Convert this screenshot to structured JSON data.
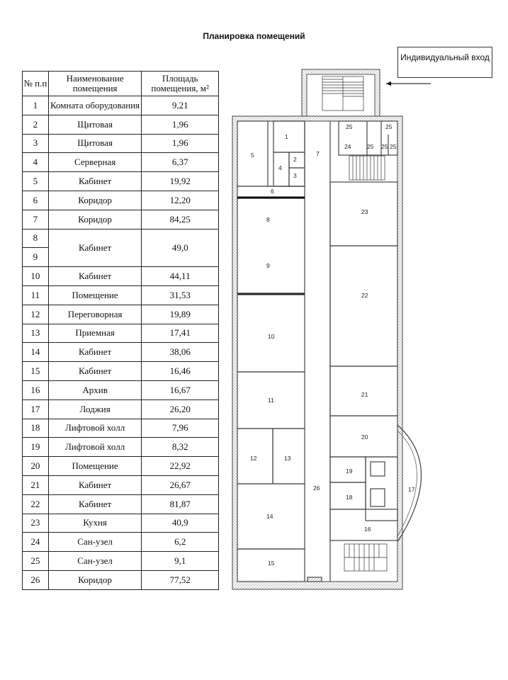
{
  "title": "Планировка помещений",
  "table": {
    "headers": [
      "№ п.п",
      "Наименование помещения",
      "Площадь помещения, м²"
    ],
    "rows": [
      {
        "n": "1",
        "name": "Комната оборудования",
        "area": "9,21"
      },
      {
        "n": "2",
        "name": "Щитовая",
        "area": "1,96"
      },
      {
        "n": "3",
        "name": "Щитовая",
        "area": "1,96"
      },
      {
        "n": "4",
        "name": "Серверная",
        "area": "6,37"
      },
      {
        "n": "5",
        "name": "Кабинет",
        "area": "19,92"
      },
      {
        "n": "6",
        "name": "Коридор",
        "area": "12,20"
      },
      {
        "n": "7",
        "name": "Коридор",
        "area": "84,25"
      },
      {
        "n": "8",
        "name": "Кабинет",
        "area": "49,0",
        "n2": "9"
      },
      {
        "n": "10",
        "name": "Кабинет",
        "area": "44,11"
      },
      {
        "n": "11",
        "name": "Помещение",
        "area": "31,53"
      },
      {
        "n": "12",
        "name": "Переговорная",
        "area": "19,89"
      },
      {
        "n": "13",
        "name": "Приемная",
        "area": "17,41"
      },
      {
        "n": "14",
        "name": "Кабинет",
        "area": "38,06"
      },
      {
        "n": "15",
        "name": "Кабинет",
        "area": "16,46"
      },
      {
        "n": "16",
        "name": "Архив",
        "area": "16,67"
      },
      {
        "n": "17",
        "name": "Лоджия",
        "area": "26,20"
      },
      {
        "n": "18",
        "name": "Лифтовой холл",
        "area": "7,96"
      },
      {
        "n": "19",
        "name": "Лифтовой холл",
        "area": "8,32"
      },
      {
        "n": "20",
        "name": "Помещение",
        "area": "22,92"
      },
      {
        "n": "21",
        "name": "Кабинет",
        "area": "26,67"
      },
      {
        "n": "22",
        "name": "Кабинет",
        "area": "81,87"
      },
      {
        "n": "23",
        "name": "Кухня",
        "area": "40,9"
      },
      {
        "n": "24",
        "name": "Сан-узел",
        "area": "6,2"
      },
      {
        "n": "25",
        "name": "Сан-узел",
        "area": "9,1"
      },
      {
        "n": "26",
        "name": "Коридор",
        "area": "77,52"
      }
    ]
  },
  "entrance": {
    "label": "Индивидуальный вход"
  },
  "plan_labels": [
    "1",
    "2",
    "3",
    "4",
    "5",
    "6",
    "7",
    "8",
    "9",
    "10",
    "11",
    "12",
    "13",
    "14",
    "15",
    "16",
    "17",
    "18",
    "19",
    "20",
    "21",
    "22",
    "23",
    "24",
    "25",
    "26"
  ]
}
